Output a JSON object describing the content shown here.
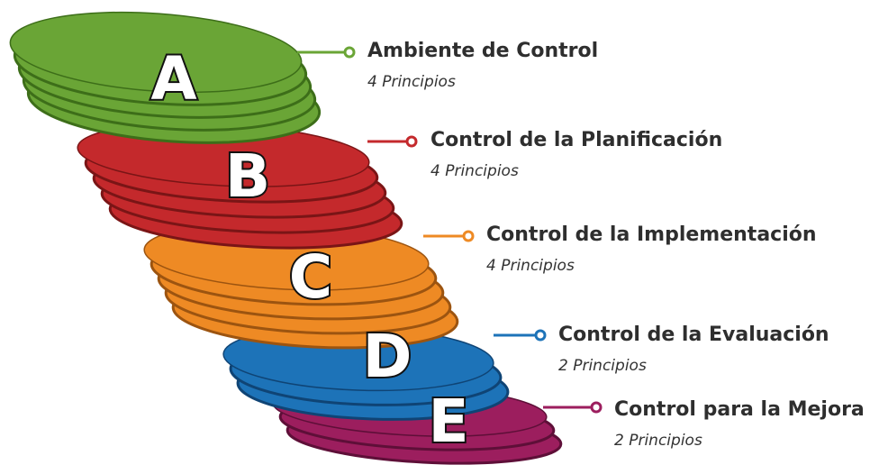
{
  "levels": [
    {
      "letter": "A",
      "title": "Ambiente de Control",
      "subtitle": "4 Principios",
      "color": "#6aa536",
      "dark": "#3d6e19"
    },
    {
      "letter": "B",
      "title": "Control de la Planificación",
      "subtitle": "4 Principios",
      "color": "#c4292c",
      "dark": "#7a1516"
    },
    {
      "letter": "C",
      "title": "Control de la Implementación",
      "subtitle": "4 Principios",
      "color": "#ee8a24",
      "dark": "#9c5410"
    },
    {
      "letter": "D",
      "title": "Control de la Evaluación",
      "subtitle": "2 Principios",
      "color": "#1d73b8",
      "dark": "#0f4475"
    },
    {
      "letter": "E",
      "title": "Control para la Mejora",
      "subtitle": "2 Principios",
      "color": "#9c1e5e",
      "dark": "#5e0f38"
    }
  ]
}
